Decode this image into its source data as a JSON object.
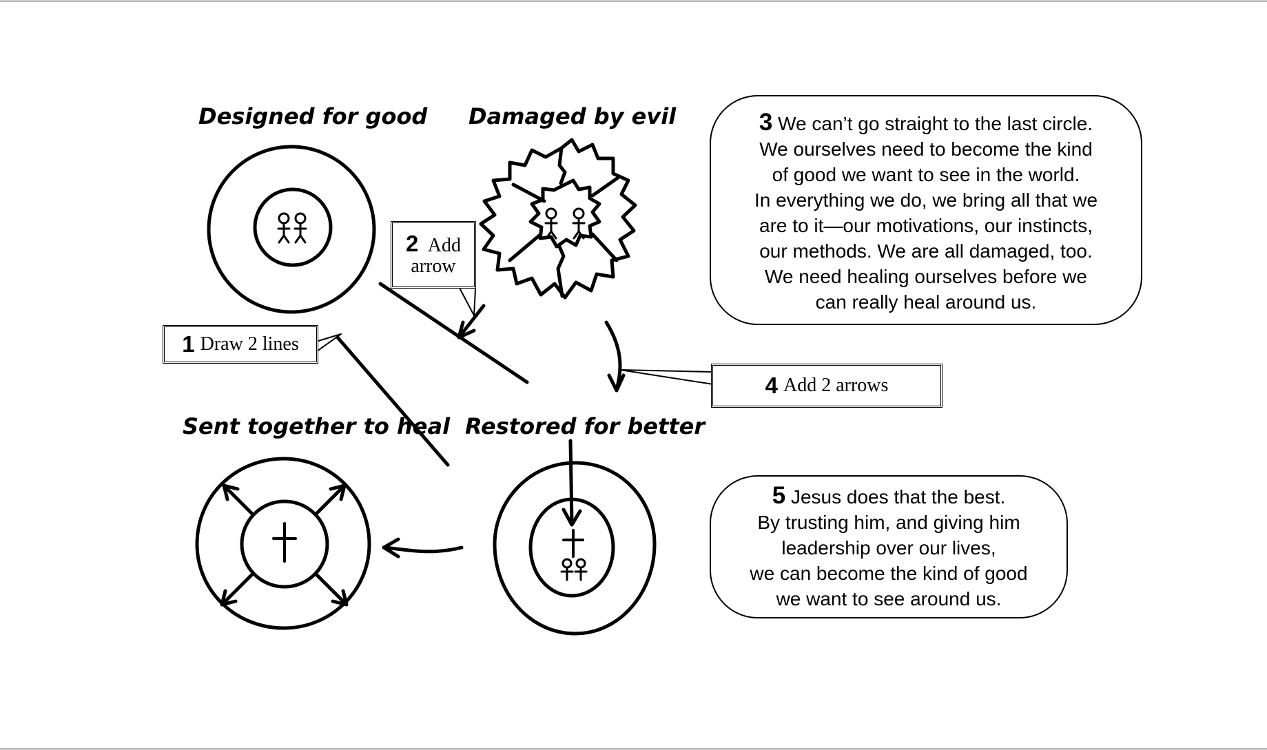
{
  "stages": {
    "designed": "Designed for good",
    "damaged": "Damaged by evil",
    "restored": "Restored for better",
    "sent": "Sent together to heal"
  },
  "steps": {
    "step1": {
      "number": "1",
      "text": "Draw 2 lines"
    },
    "step2": {
      "number": "2",
      "line1": "Add",
      "line2": "arrow"
    },
    "step3": {
      "number": "3",
      "lines": [
        "We can’t go straight to the last circle.",
        "We ourselves need to become the kind",
        "of good we want to see in the world.",
        "In everything we do, we bring all that we",
        "are to it—our motivations, our instincts,",
        "our methods.  We are all damaged, too.",
        "We need healing ourselves before we",
        "can really heal around us."
      ]
    },
    "step4": {
      "number": "4",
      "text": "Add 2 arrows"
    },
    "step5": {
      "number": "5",
      "lines": [
        "Jesus does that the best.",
        "By trusting him, and giving him",
        "leadership over our lives,",
        "we can become the kind of good",
        "we want to see around us."
      ]
    }
  },
  "icons": {
    "people": "two-people-icon",
    "cross": "cross-icon",
    "arrow": "arrow-icon"
  },
  "colors": {
    "ink": "#000000",
    "paper": "#ffffff"
  }
}
